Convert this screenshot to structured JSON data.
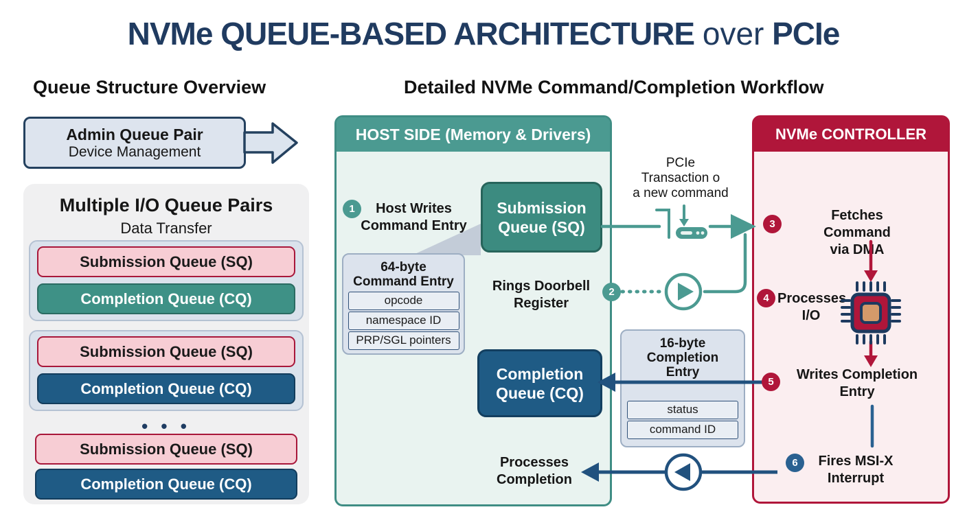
{
  "title": {
    "bold1": "NVMe QUEUE-BASED ARCHITECTURE",
    "light": "over",
    "bold2": "PCIe"
  },
  "headings": {
    "left": "Queue Structure Overview",
    "right": "Detailed NVMe Command/Completion Workflow"
  },
  "queue_overview": {
    "admin": {
      "title": "Admin Queue Pair",
      "subtitle": "Device Management"
    },
    "io_panel": {
      "title": "Multiple I/O Queue Pairs",
      "subtitle": "Data Transfer",
      "sq_label": "Submission Queue (SQ)",
      "cq_label": "Completion Queue (CQ)",
      "ellipsis": "• • •"
    }
  },
  "host": {
    "header": "HOST SIDE (Memory & Drivers)",
    "step1": {
      "num": "1",
      "line1": "Host Writes",
      "line2": "Command Entry"
    },
    "sq_box": {
      "line1": "Submission",
      "line2": "Queue (SQ)"
    },
    "command_entry": {
      "title1": "64-byte",
      "title2": "Command Entry",
      "fields": [
        "opcode",
        "namespace ID",
        "PRP/SGL pointers"
      ]
    },
    "rings": {
      "line1": "Rings Doorbell",
      "line2": "Register"
    },
    "step2": {
      "num": "2"
    },
    "cq_box": {
      "line1": "Completion",
      "line2": "Queue (CQ)"
    },
    "processes": {
      "line1": "Processes",
      "line2": "Completion"
    }
  },
  "pcie_link": {
    "note": {
      "line1": "PCIe",
      "line2": "Transaction o",
      "line3": "a new command"
    },
    "completion_entry": {
      "title1": "16-byte",
      "title2": "Completion",
      "title3": "Entry",
      "fields": [
        "status",
        "command ID"
      ]
    }
  },
  "controller": {
    "header": "NVMe CONTROLLER",
    "step3": {
      "num": "3",
      "line1": "Fetches Command",
      "line2": "via DMA"
    },
    "step4": {
      "num": "4",
      "line1": "Processes",
      "line2": "I/O"
    },
    "step5": {
      "num": "5",
      "line1": "Writes Completion",
      "line2": "Entry"
    },
    "step6": {
      "num": "6",
      "line1": "Fires MSI-X",
      "line2": "Interrupt"
    }
  },
  "colors": {
    "navy_title": "#203b60",
    "teal": "#4b9a91",
    "teal_box": "#3c8b80",
    "teal_dark": "#2a6b62",
    "crimson": "#b0163a",
    "navy_box": "#1f5b85",
    "arrow_navy": "#21517e",
    "step6_navy": "#2a6191",
    "pink_sq": "#f7cdd4",
    "host_bg": "#e9f3f0",
    "controller_bg": "#fbeef0",
    "panel_gray": "#f0f0f1",
    "blue_gray": "#dde3ec"
  }
}
